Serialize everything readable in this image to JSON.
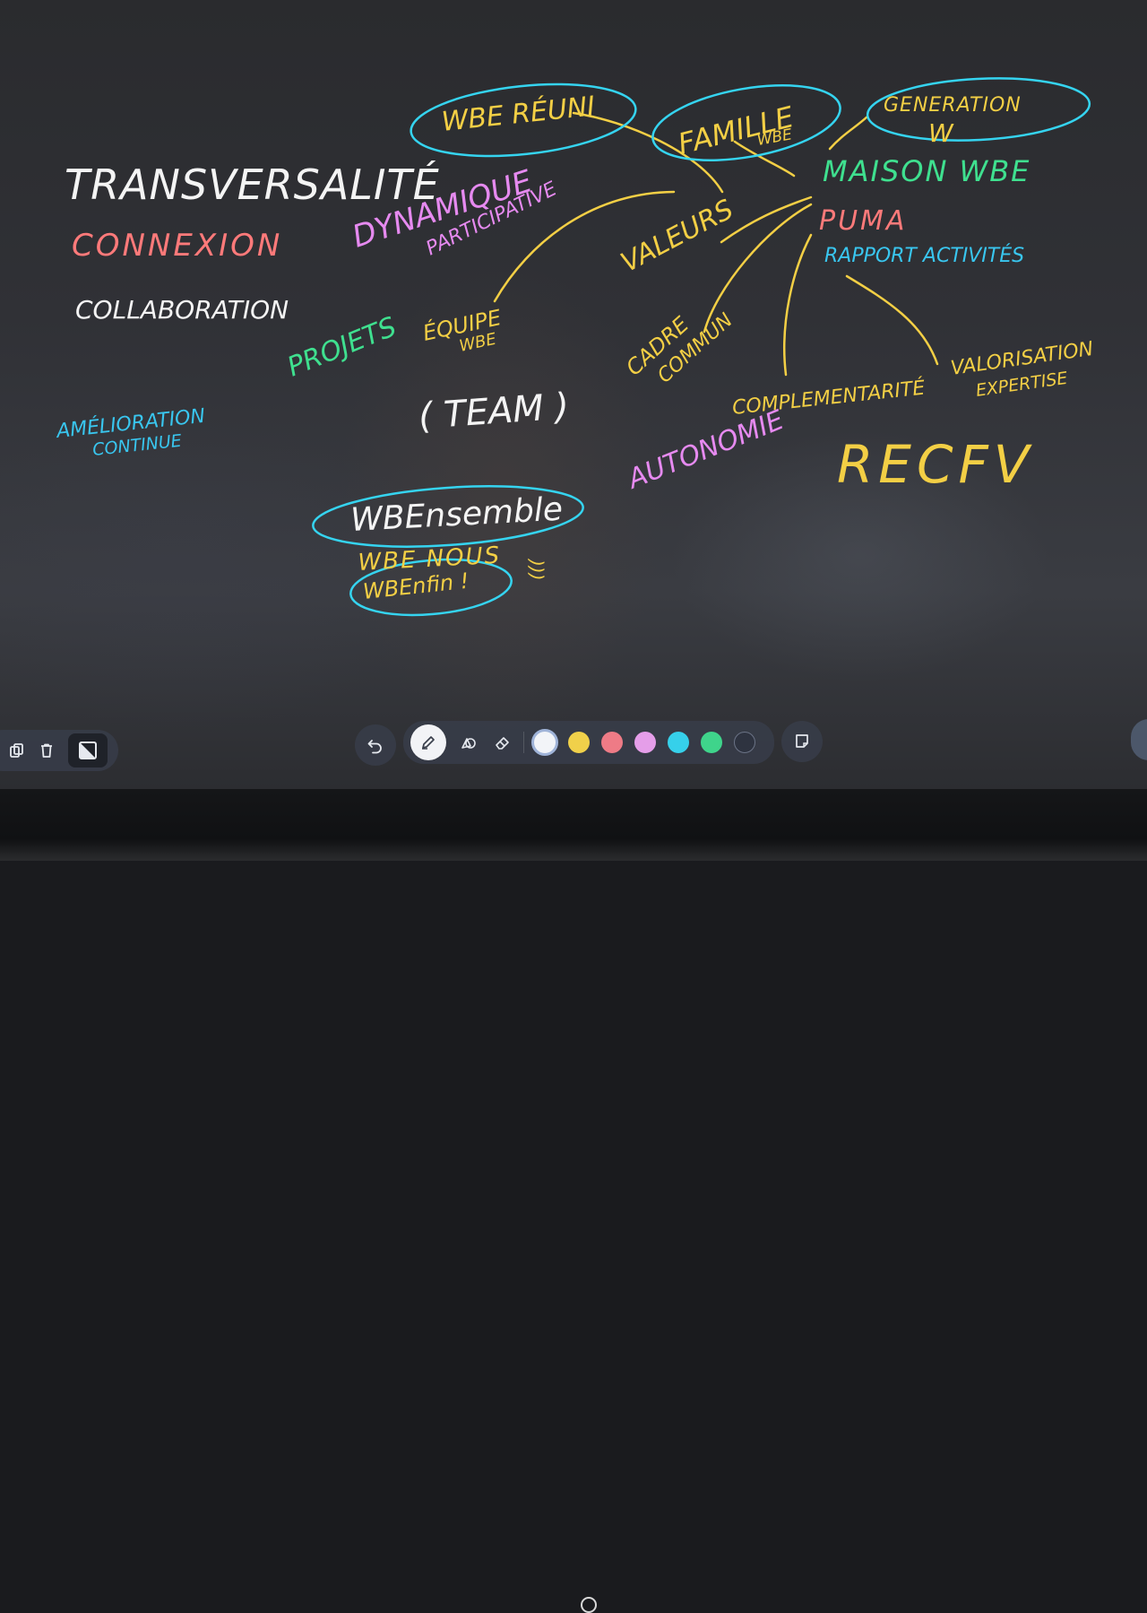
{
  "board": {
    "notes": {
      "transversalite": "TRANSVERSALITÉ",
      "connexion": "CONNEXION",
      "collaboration": "COLLABORATION",
      "amelioration_1": "AMÉLIORATION",
      "amelioration_2": "CONTINUE",
      "projets": "PROJETS",
      "dynamique": "DYNAMIQUE",
      "participative": "PARTICIPATIVE",
      "wbe_reuni": "WBE RÉUNI",
      "famille": "FAMILLE",
      "famille_wbe": "WBE",
      "generation": "GENERATION",
      "generation_w": "W",
      "maison_wbe": "MAISON WBE",
      "puma": "PUMA",
      "rapport": "RAPPORT ACTIVITÉS",
      "valeurs": "VALEURS",
      "equipe": "ÉQUIPE",
      "equipe_wbe": "WBE",
      "team": "( TEAM )",
      "cadre": "CADRE",
      "commun": "COMMUN",
      "complementarite": "COMPLEMENTARITÉ",
      "valorisation": "VALORISATION",
      "expertise": "EXPERTISE",
      "autonomie": "AUTONOMIE",
      "recfv": "RECFV",
      "wbensemble": "WBEnsemble",
      "wbenous": "WBE NOUS",
      "wbenfin": "WBEnfin !",
      "smiley": ")))"
    },
    "ink_colors": {
      "white": "#f4f4f4",
      "red": "#ff7a7a",
      "yellow": "#f3cf45",
      "pink": "#e68af0",
      "cyan": "#35d4f0",
      "green": "#3fe08f",
      "blue_text": "#39c6ef"
    }
  },
  "left_toolbar": {
    "buttons": [
      {
        "icon": "copy-pages-icon",
        "label": "Pages"
      },
      {
        "icon": "trash-icon",
        "label": "Delete"
      },
      {
        "icon": "background-contrast-icon",
        "label": "Background"
      }
    ]
  },
  "main_toolbar": {
    "undo_icon": "undo-icon",
    "tools": [
      {
        "icon": "pen-icon",
        "label": "Pen",
        "selected": true
      },
      {
        "icon": "shapes-icon",
        "label": "Shapes"
      },
      {
        "icon": "eraser-icon",
        "label": "Eraser"
      }
    ],
    "colors": [
      {
        "name": "white",
        "hex": "#f2f4f8",
        "selected": true
      },
      {
        "name": "yellow",
        "hex": "#f0d04a"
      },
      {
        "name": "red",
        "hex": "#ee7b86"
      },
      {
        "name": "pink",
        "hex": "#e59ee9"
      },
      {
        "name": "cyan",
        "hex": "#36d0ea"
      },
      {
        "name": "green",
        "hex": "#3fd48b"
      },
      {
        "name": "dark",
        "hex": "#2e3340"
      }
    ],
    "sticky_note_icon": "sticky-note-icon"
  }
}
